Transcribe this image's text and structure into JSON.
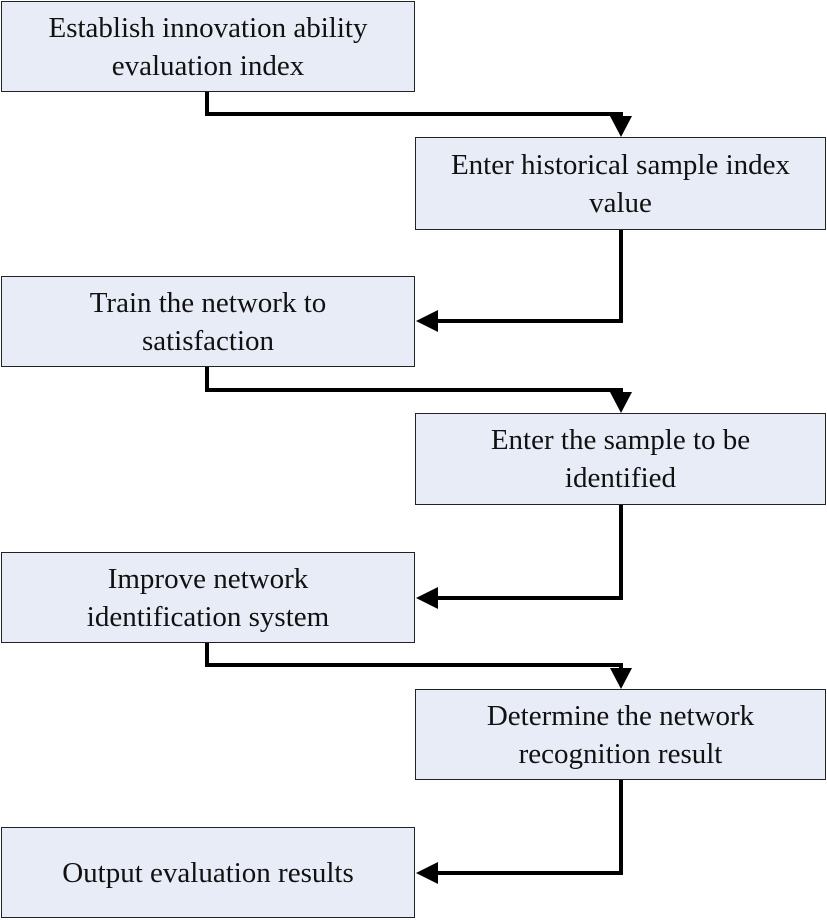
{
  "steps": [
    {
      "label": "Establish innovation ability\nevaluation index"
    },
    {
      "label": "Enter historical sample index\nvalue"
    },
    {
      "label": "Train the network to\nsatisfaction"
    },
    {
      "label": "Enter the sample to be\nidentified"
    },
    {
      "label": "Improve network\nidentification system"
    },
    {
      "label": "Determine the network\nrecognition result"
    },
    {
      "label": "Output evaluation results"
    }
  ],
  "colors": {
    "box_fill": "#e7ecf7",
    "box_border": "#222222",
    "connector": "#000000"
  }
}
